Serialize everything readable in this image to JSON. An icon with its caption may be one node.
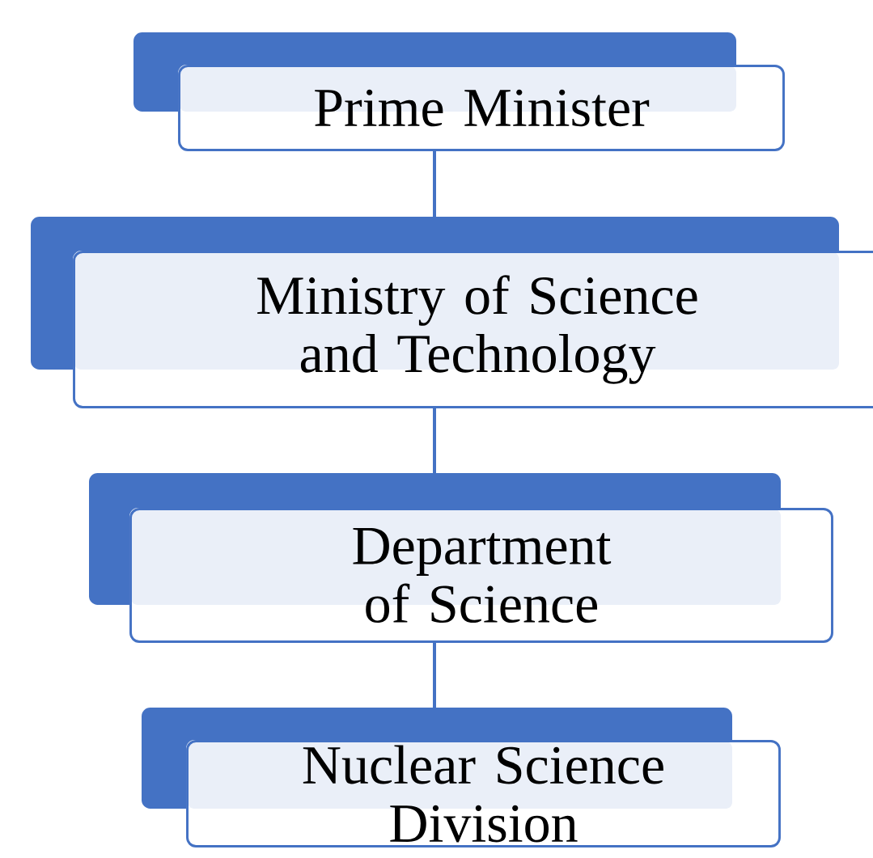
{
  "diagram": {
    "nodes": [
      {
        "text": [
          "Prime Minister"
        ]
      },
      {
        "text": [
          "Ministry of Science and Technology"
        ]
      },
      {
        "text": [
          "Department of Science"
        ]
      },
      {
        "text": [
          "Nuclear Science Division"
        ]
      }
    ],
    "edges": [
      {
        "from": 0,
        "to": 1,
        "arrow": "none"
      },
      {
        "from": 1,
        "to": 2,
        "arrow": "none"
      },
      {
        "from": 2,
        "to": 3,
        "arrow": "none"
      }
    ]
  }
}
